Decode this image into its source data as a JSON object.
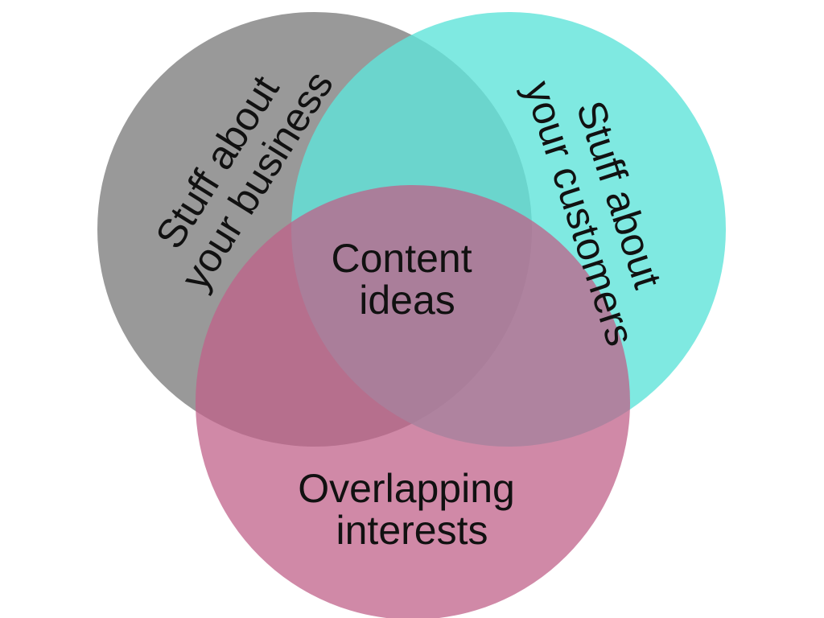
{
  "diagram": {
    "type": "venn",
    "sets": [
      {
        "id": "business",
        "lines": [
          "Stuff about",
          "your business"
        ],
        "color": "#808080"
      },
      {
        "id": "customers",
        "lines": [
          "Stuff about",
          "your customers"
        ],
        "color": "#5fe3d9"
      },
      {
        "id": "interests",
        "lines": [
          "Overlapping",
          "interests"
        ],
        "color": "#c06088"
      }
    ],
    "center": {
      "lines": [
        "Content",
        "ideas"
      ]
    }
  }
}
